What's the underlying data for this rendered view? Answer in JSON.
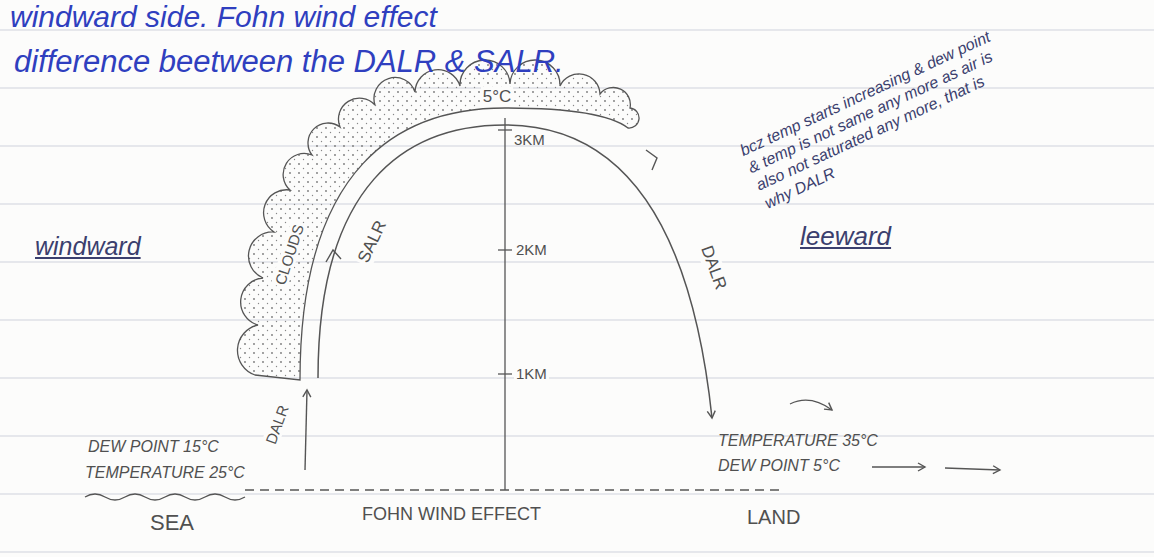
{
  "diagram": {
    "labels": [
      "windward side. Fohn wind effect",
      "difference beetween the DALR & SALR.",
      "5°C",
      "3KM",
      "2KM",
      "1KM",
      "CLOUDS",
      "SALR",
      "DALR",
      "bcz temp starts increasing & dew point & temp is not same any more as air is also not saturated any more, that is why DALR",
      "windward",
      "leeward",
      "DEW POINT 15°C",
      "TEMPERATURE 25°C",
      "DALR",
      "TEMPERATURE 35°C",
      "DEW POINT 5°C",
      "SEA",
      "FOHN WIND EFFECT",
      "LAND"
    ]
  }
}
